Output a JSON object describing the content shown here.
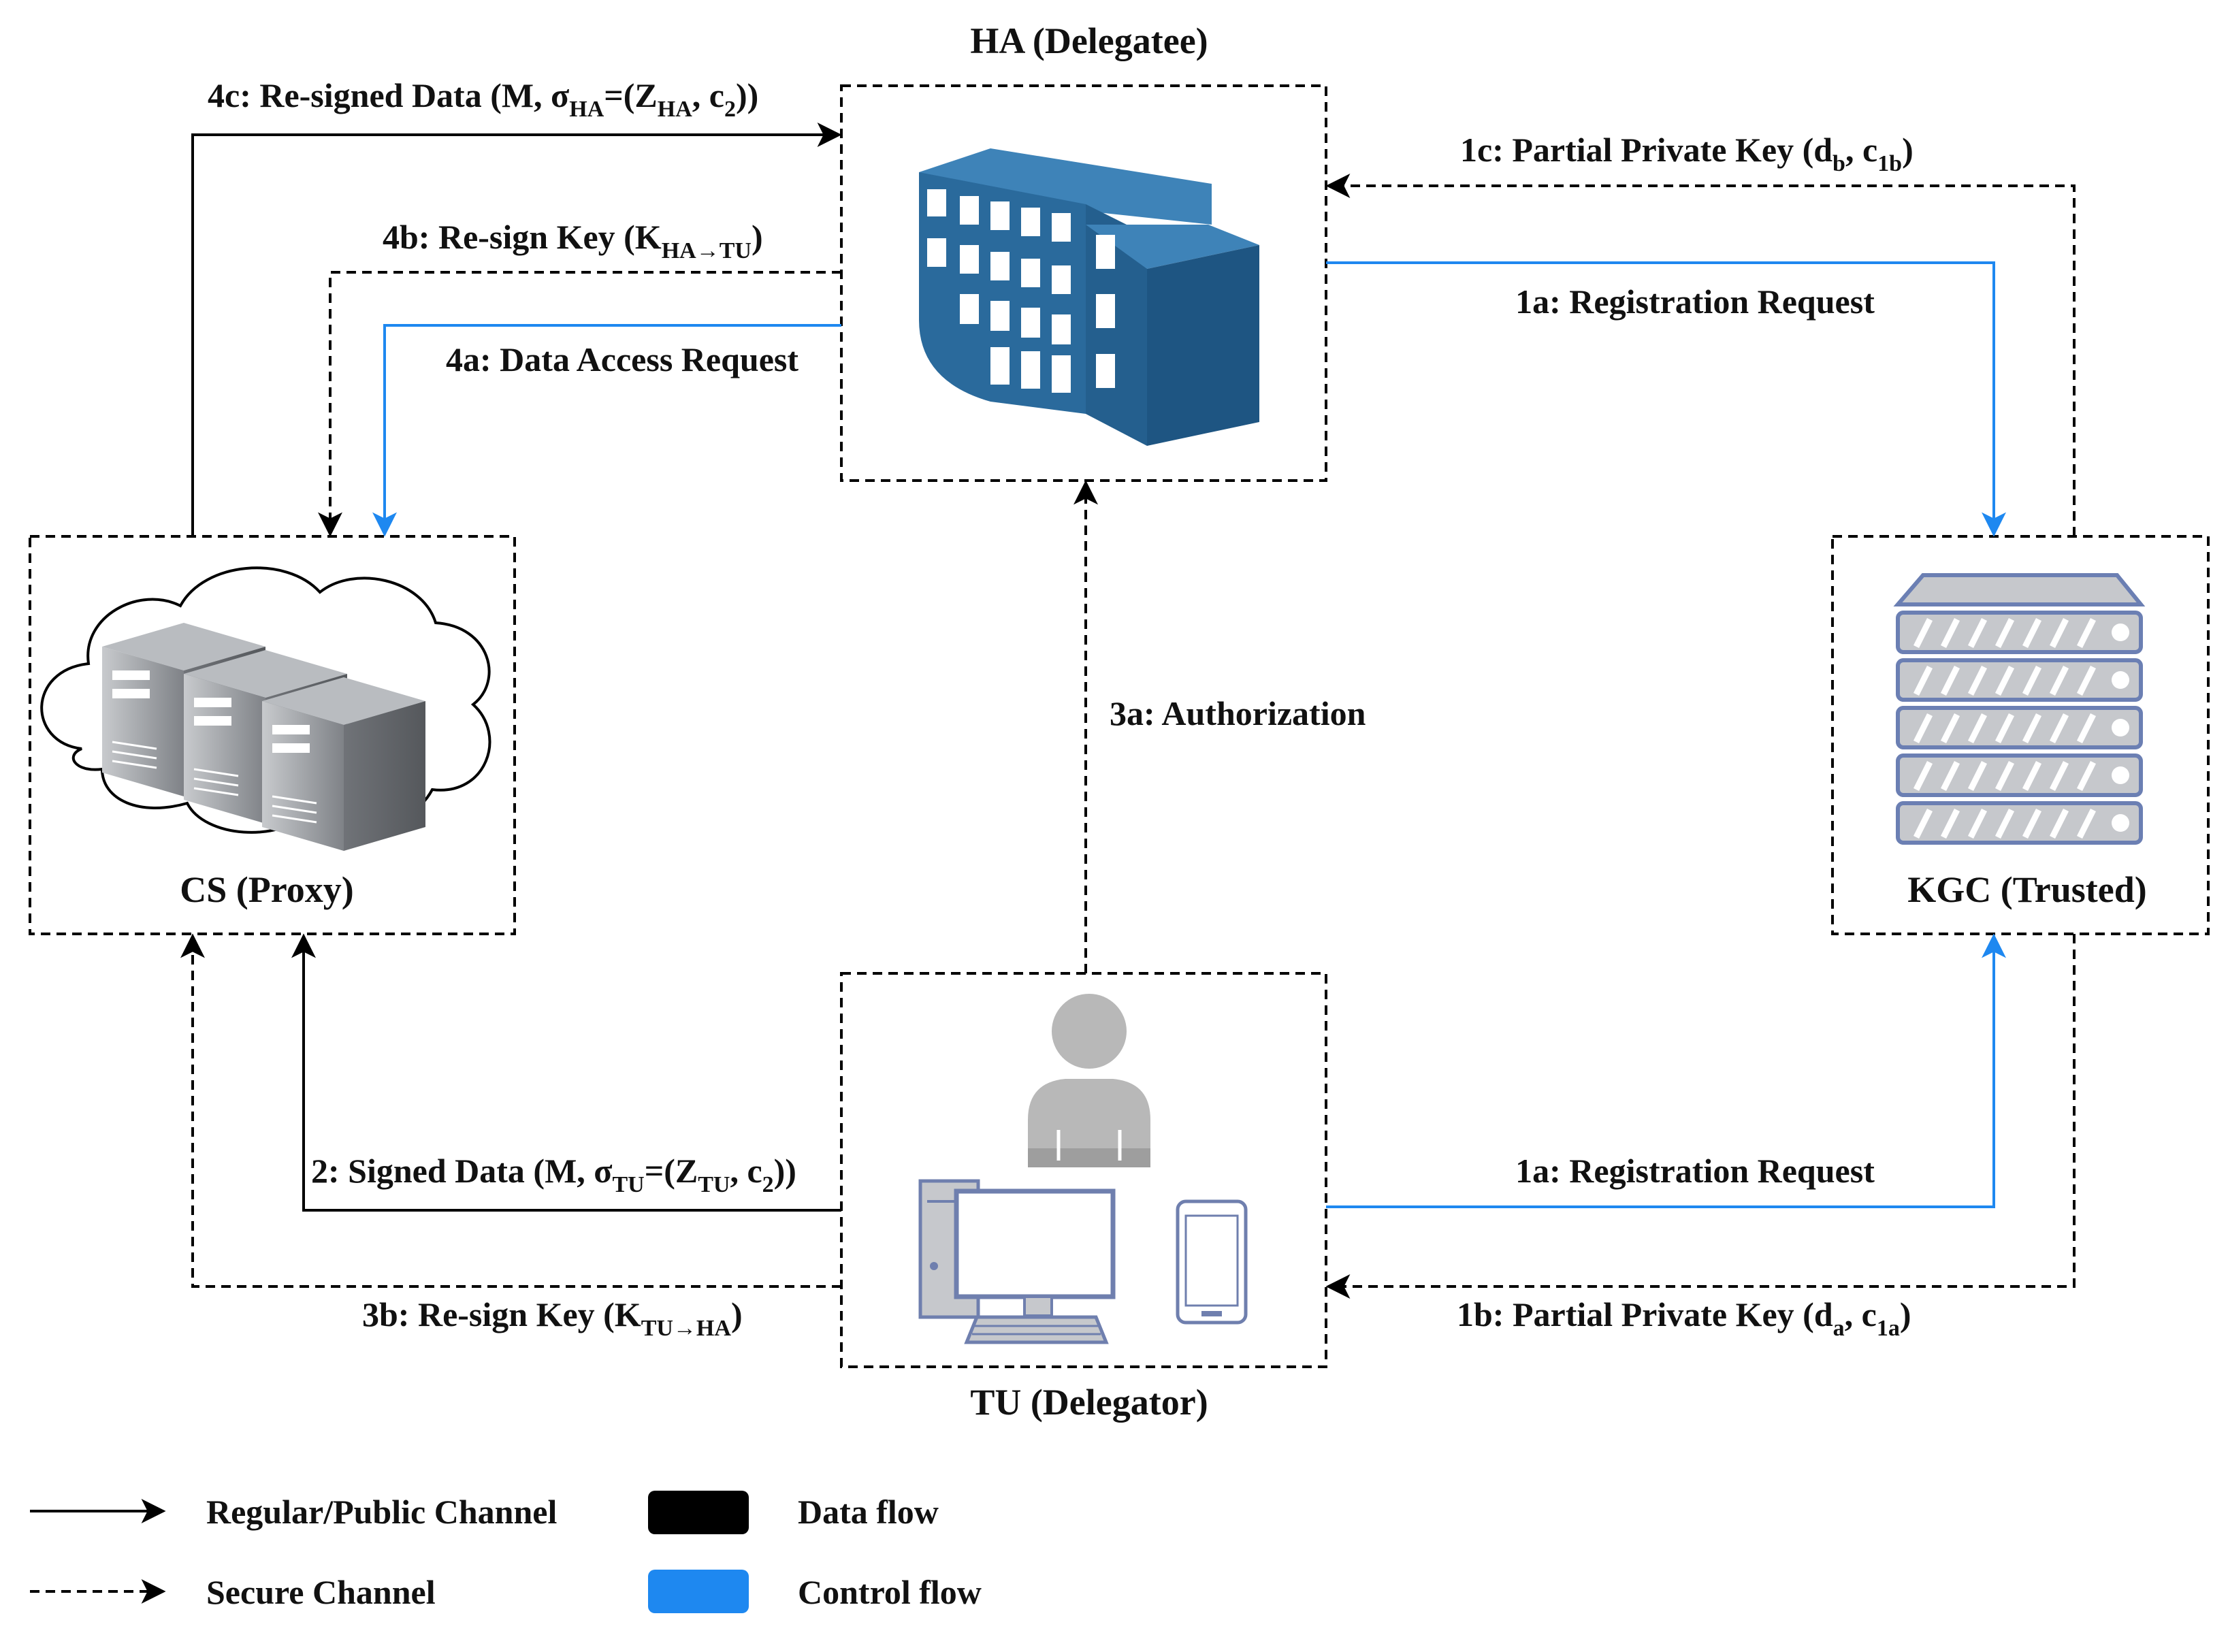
{
  "nodes": {
    "ha": {
      "title": "HA (Delegatee)"
    },
    "cs": {
      "title": "CS (Proxy)"
    },
    "kgc": {
      "title": "KGC (Trusted)"
    },
    "tu": {
      "title": "TU (Delegator)"
    }
  },
  "edges": {
    "e4c": {
      "pre": "4c: Re-signed Data (M, σ",
      "sub1": "HA",
      "mid": "=(Z",
      "sub2": "HA",
      "mid2": ", c",
      "sub3": "2",
      "post": "))"
    },
    "e4b": {
      "pre": "4b: Re-sign Key (K",
      "sub1": "HA→TU",
      "post": ")"
    },
    "e4a": {
      "text": "4a: Data Access Request"
    },
    "e1c": {
      "pre": "1c: Partial Private Key (d",
      "sub1": "b",
      "mid": ", c",
      "sub2": "1b",
      "post": ")"
    },
    "e1a_top": {
      "text": "1a: Registration Request"
    },
    "e3a": {
      "text": "3a: Authorization"
    },
    "e2": {
      "pre": "2: Signed Data (M, σ",
      "sub1": "TU",
      "mid": "=(Z",
      "sub2": "TU",
      "mid2": ", c",
      "sub3": "2",
      "post": "))"
    },
    "e1a_bottom": {
      "text": "1a: Registration Request"
    },
    "e3b": {
      "pre": "3b: Re-sign Key (K",
      "sub1": "TU→HA",
      "post": ")"
    },
    "e1b": {
      "pre": "1b: Partial Private Key (d",
      "sub1": "a",
      "mid": ", c",
      "sub2": "1a",
      "post": ")"
    }
  },
  "legend": {
    "regular": "Regular/Public Channel",
    "secure": "Secure Channel",
    "data_flow": "Data flow",
    "control_flow": "Control flow"
  },
  "colors": {
    "data_flow": "#000000",
    "control_flow": "#1e88f0",
    "building": "#2a6a9c",
    "server": "#8a8e94",
    "kgc_server": "#6b7fb3",
    "user": "#b8b8b8",
    "device_outline": "#6f7fae"
  }
}
